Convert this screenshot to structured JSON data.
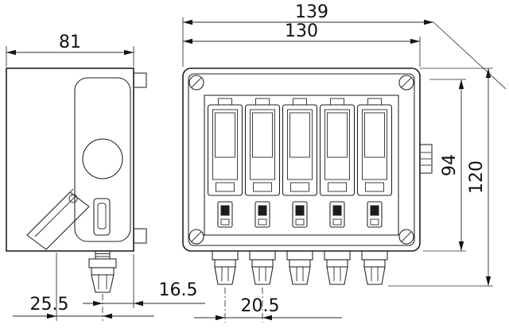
{
  "drawing": {
    "kind": "enclosure-dimension-drawing",
    "views": {
      "side_view": "side-profile-with-cable-gland",
      "front_view": "five-module-enclosure-with-glands"
    },
    "dimensions": {
      "side_depth": "81",
      "overall_width": "139",
      "body_width": "130",
      "panel_height": "94",
      "overall_height": "120",
      "gland_offset": "16.5",
      "side_gland_offset": "25.5",
      "gland_pitch": "20.5"
    },
    "colors": {
      "line": "#1f1f1f",
      "background": "#ffffff"
    }
  }
}
